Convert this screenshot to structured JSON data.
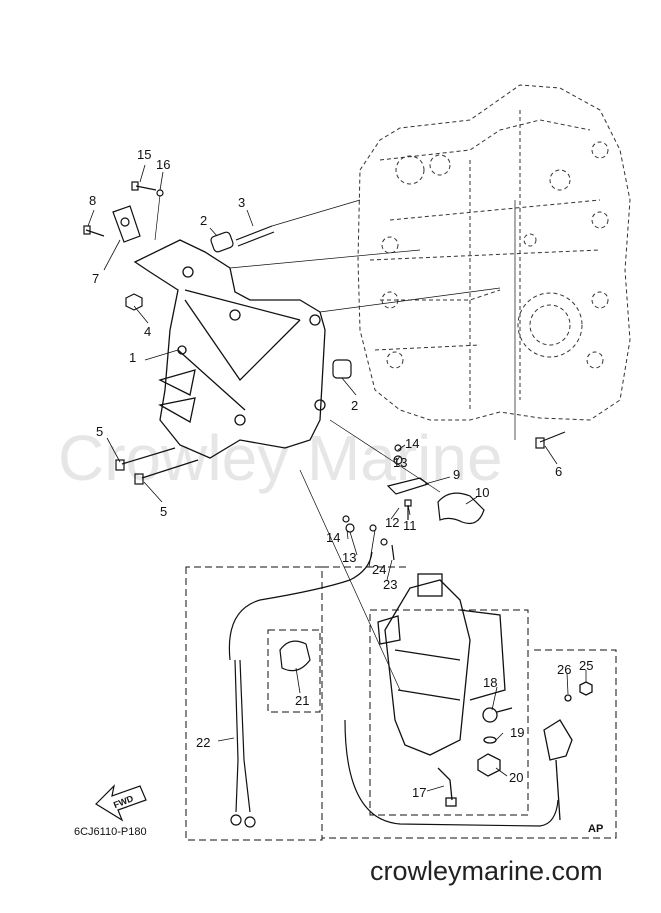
{
  "diagram": {
    "watermark": "Crowley Marine",
    "footer_url": "crowleymarine.com",
    "drawing_code": "6CJ6110-P180",
    "fwd_label": "FWD",
    "ap_label": "AP",
    "callouts": [
      "1",
      "2",
      "2",
      "3",
      "4",
      "5",
      "5",
      "6",
      "7",
      "8",
      "9",
      "10",
      "11",
      "12",
      "13",
      "13",
      "14",
      "14",
      "15",
      "16",
      "17",
      "18",
      "19",
      "20",
      "21",
      "22",
      "23",
      "24",
      "25",
      "26"
    ]
  }
}
